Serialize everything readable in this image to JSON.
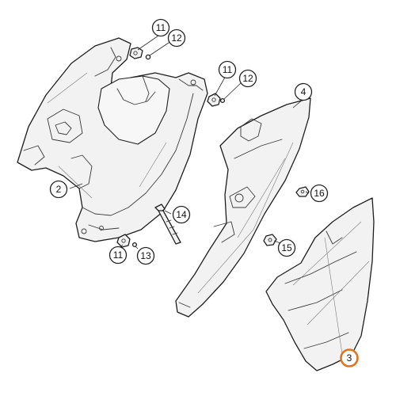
{
  "callouts": {
    "c11_top": "11",
    "c12_top": "12",
    "c11_mid": "11",
    "c12_mid": "12",
    "c4": "4",
    "c2": "2",
    "c16": "16",
    "c14": "14",
    "c15": "15",
    "c11_bot": "11",
    "c13": "13",
    "c3": "3"
  },
  "colors": {
    "highlight": "#e2731f",
    "line": "#1e1e1e",
    "part_fill": "#f2f2f2"
  }
}
